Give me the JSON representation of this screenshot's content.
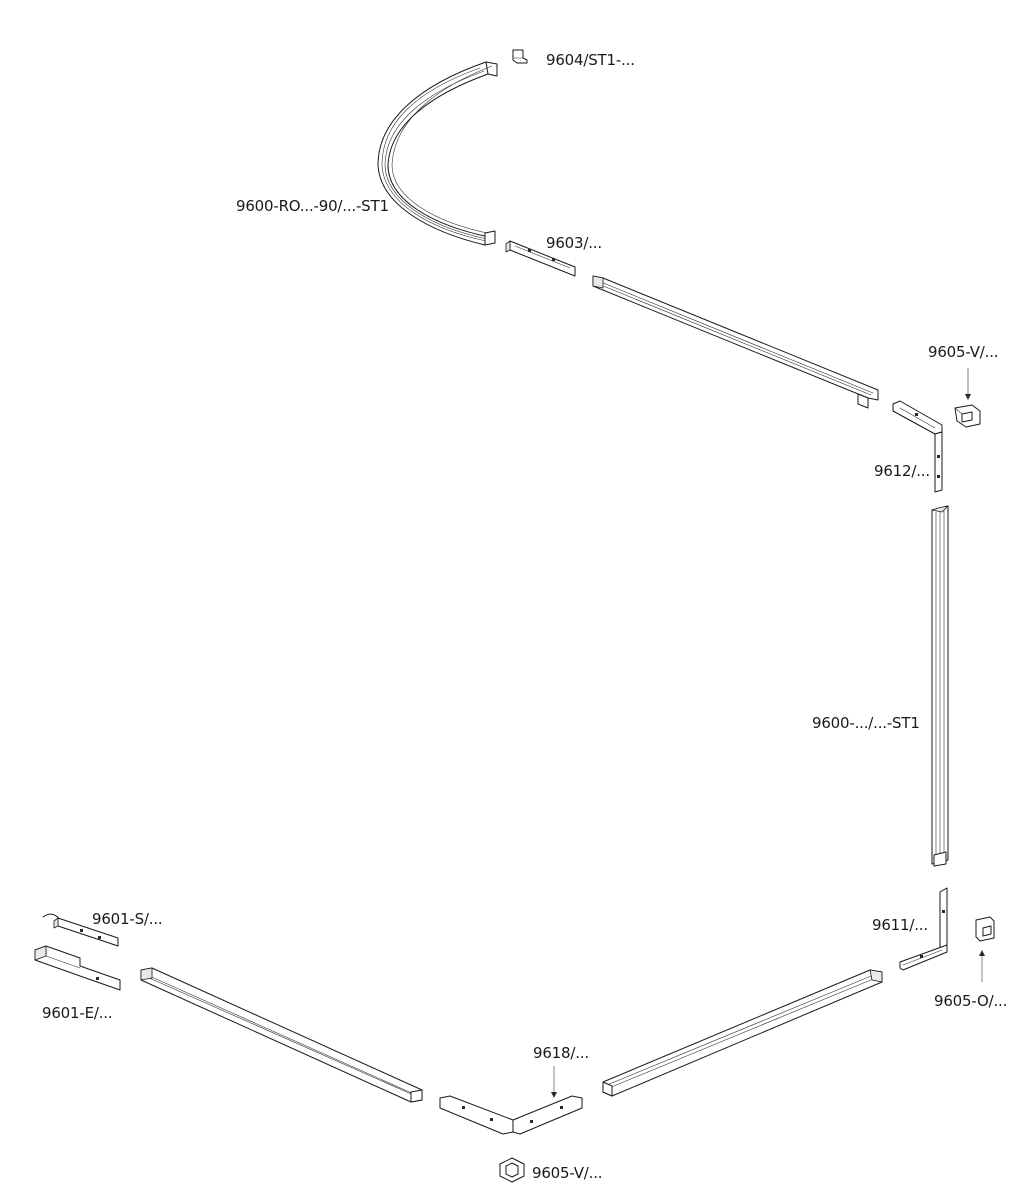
{
  "parts": {
    "end_cap_top": "9604/ST1-...",
    "curved_track": "9600-RO...-90/...-ST1",
    "straight_connector": "9603/...",
    "cover_v_top": "9605-V/...",
    "corner_connector_top": "9612/...",
    "vertical_track": "9600-.../...-ST1",
    "corner_connector_bottom": "9611/...",
    "cover_o": "9605-O/...",
    "feed_s": "9601-S/...",
    "feed_e": "9601-E/...",
    "corner_connector_floor": "9618/...",
    "cover_v_bottom": "9605-V/..."
  }
}
